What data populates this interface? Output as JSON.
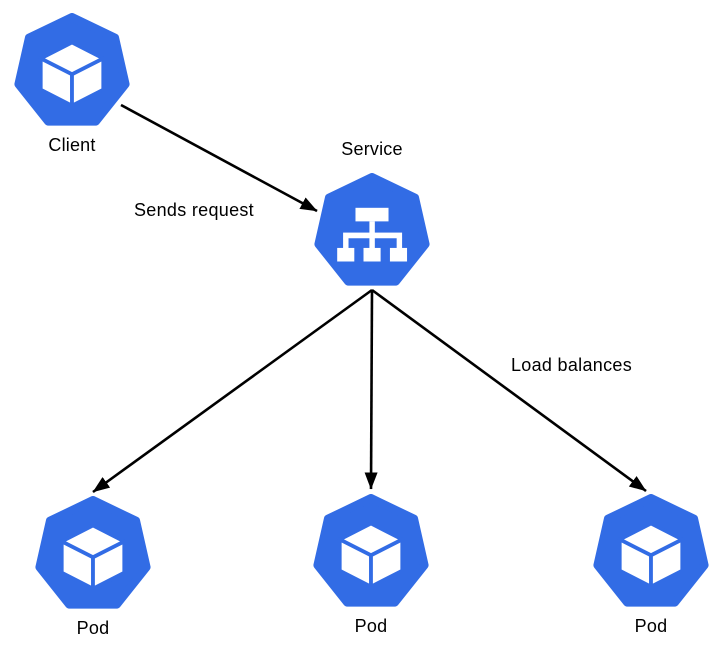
{
  "diagram": {
    "nodes": {
      "client": {
        "label": "Client",
        "icon": "cube-icon"
      },
      "service": {
        "label": "Service",
        "icon": "sitemap-icon"
      },
      "pods": [
        {
          "label": "Pod",
          "icon": "cube-icon"
        },
        {
          "label": "Pod",
          "icon": "cube-icon"
        },
        {
          "label": "Pod",
          "icon": "cube-icon"
        }
      ]
    },
    "edges": {
      "client_to_service": {
        "label": "Sends request"
      },
      "service_to_pods": {
        "label": "Load balances"
      }
    },
    "colors": {
      "node_fill": "#326ce5",
      "icon_fill": "#ffffff",
      "arrow": "#000000",
      "label_text": "#000000",
      "background": "#ffffff"
    }
  }
}
